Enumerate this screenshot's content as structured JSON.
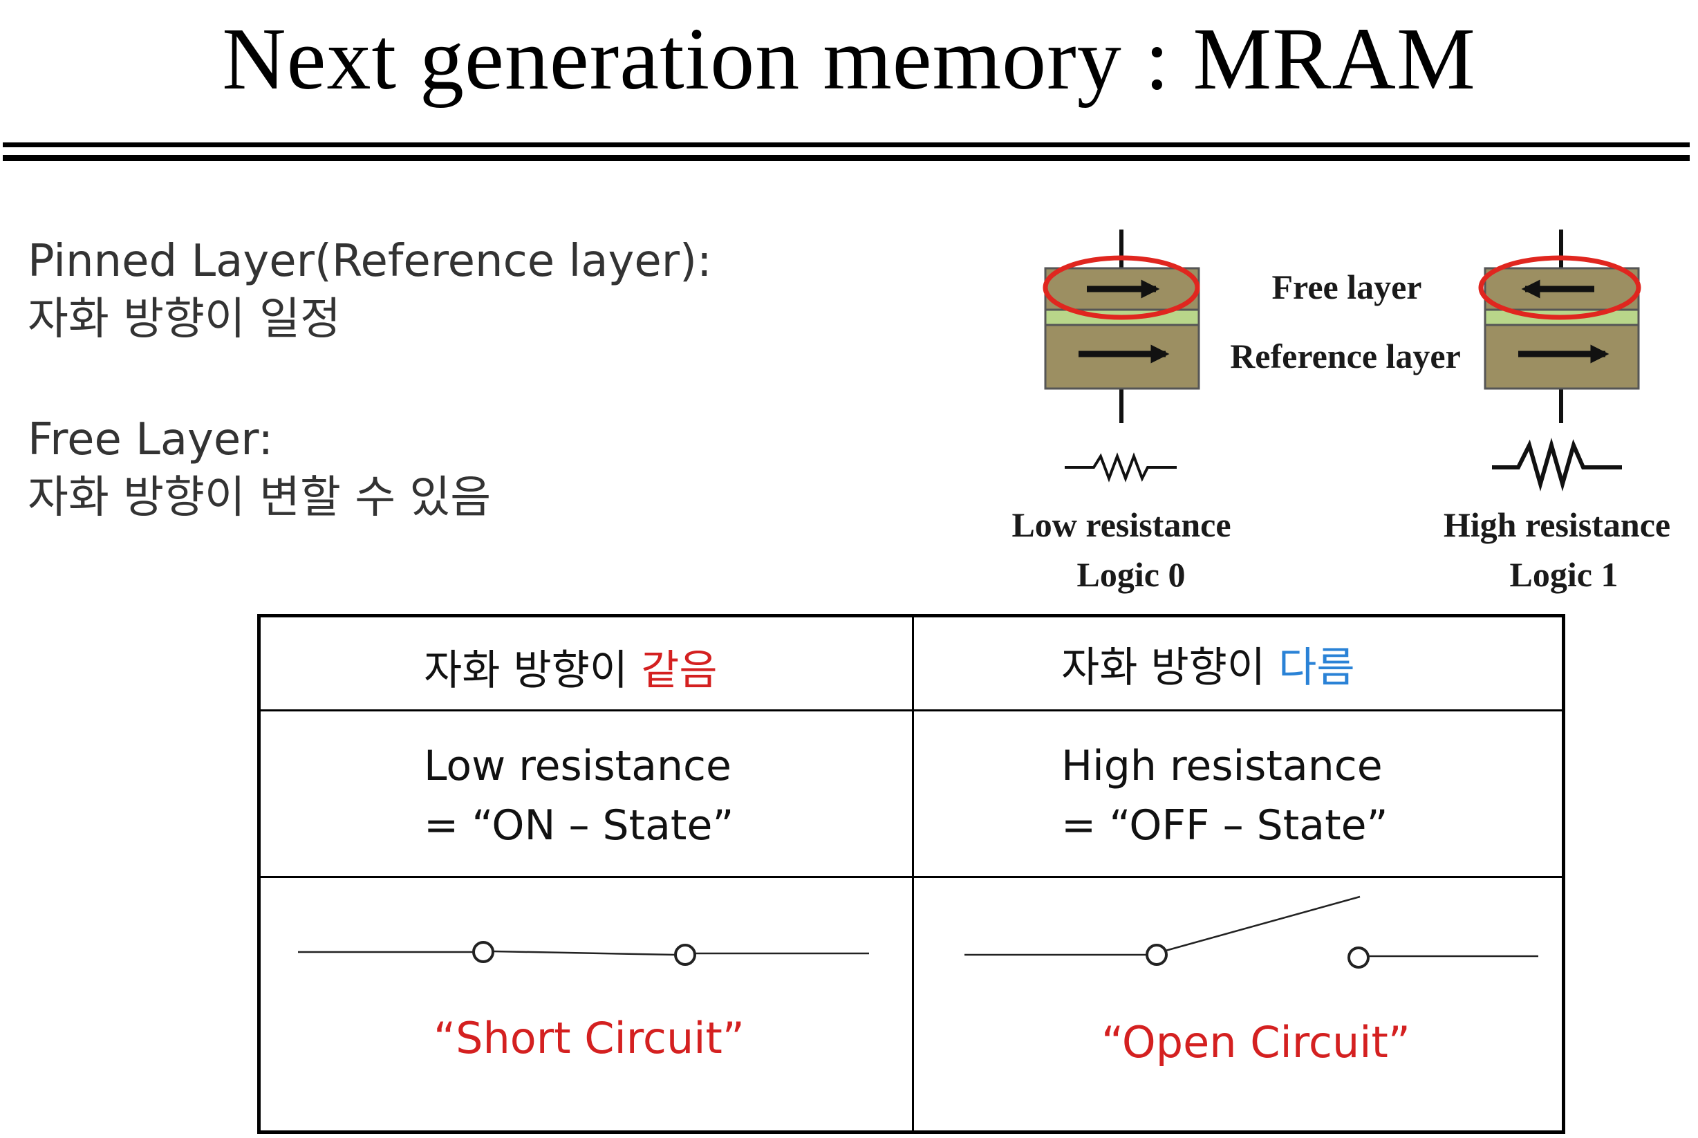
{
  "title": "Next generation memory : MRAM",
  "definitions": {
    "pinned_heading": "Pinned Layer(Reference layer):",
    "pinned_desc": "자화 방향이 일정",
    "free_heading": "Free Layer:",
    "free_desc": "자화 방향이 변할 수 있음"
  },
  "diagram": {
    "free_layer_label": "Free layer",
    "reference_layer_label": "Reference layer",
    "left_cell": {
      "free_arrow": "right",
      "reference_arrow": "right",
      "resistance": "Low resistance",
      "logic": "Logic 0"
    },
    "right_cell": {
      "free_arrow": "left",
      "reference_arrow": "right",
      "resistance": "High resistance",
      "logic": "Logic 1"
    },
    "colors": {
      "layer_fill": "#9c8f62",
      "barrier_fill": "#b9d68a",
      "highlight_ellipse": "#e0261f"
    }
  },
  "table": {
    "left": {
      "header_prefix": "자화 방향이 ",
      "header_keyword": "같음",
      "resistance_line": "Low resistance",
      "state_line": "= “ON  –  State”",
      "circuit_label": "“Short  Circuit”"
    },
    "right": {
      "header_prefix": "자화 방향이 ",
      "header_keyword": "다름",
      "resistance_line": "High  resistance",
      "state_line": "= “OFF  –  State”",
      "circuit_label": "“Open  Circuit”"
    },
    "colors": {
      "same_keyword": "#d42020",
      "diff_keyword": "#2a82d6",
      "circuit_label": "#d42020"
    }
  }
}
